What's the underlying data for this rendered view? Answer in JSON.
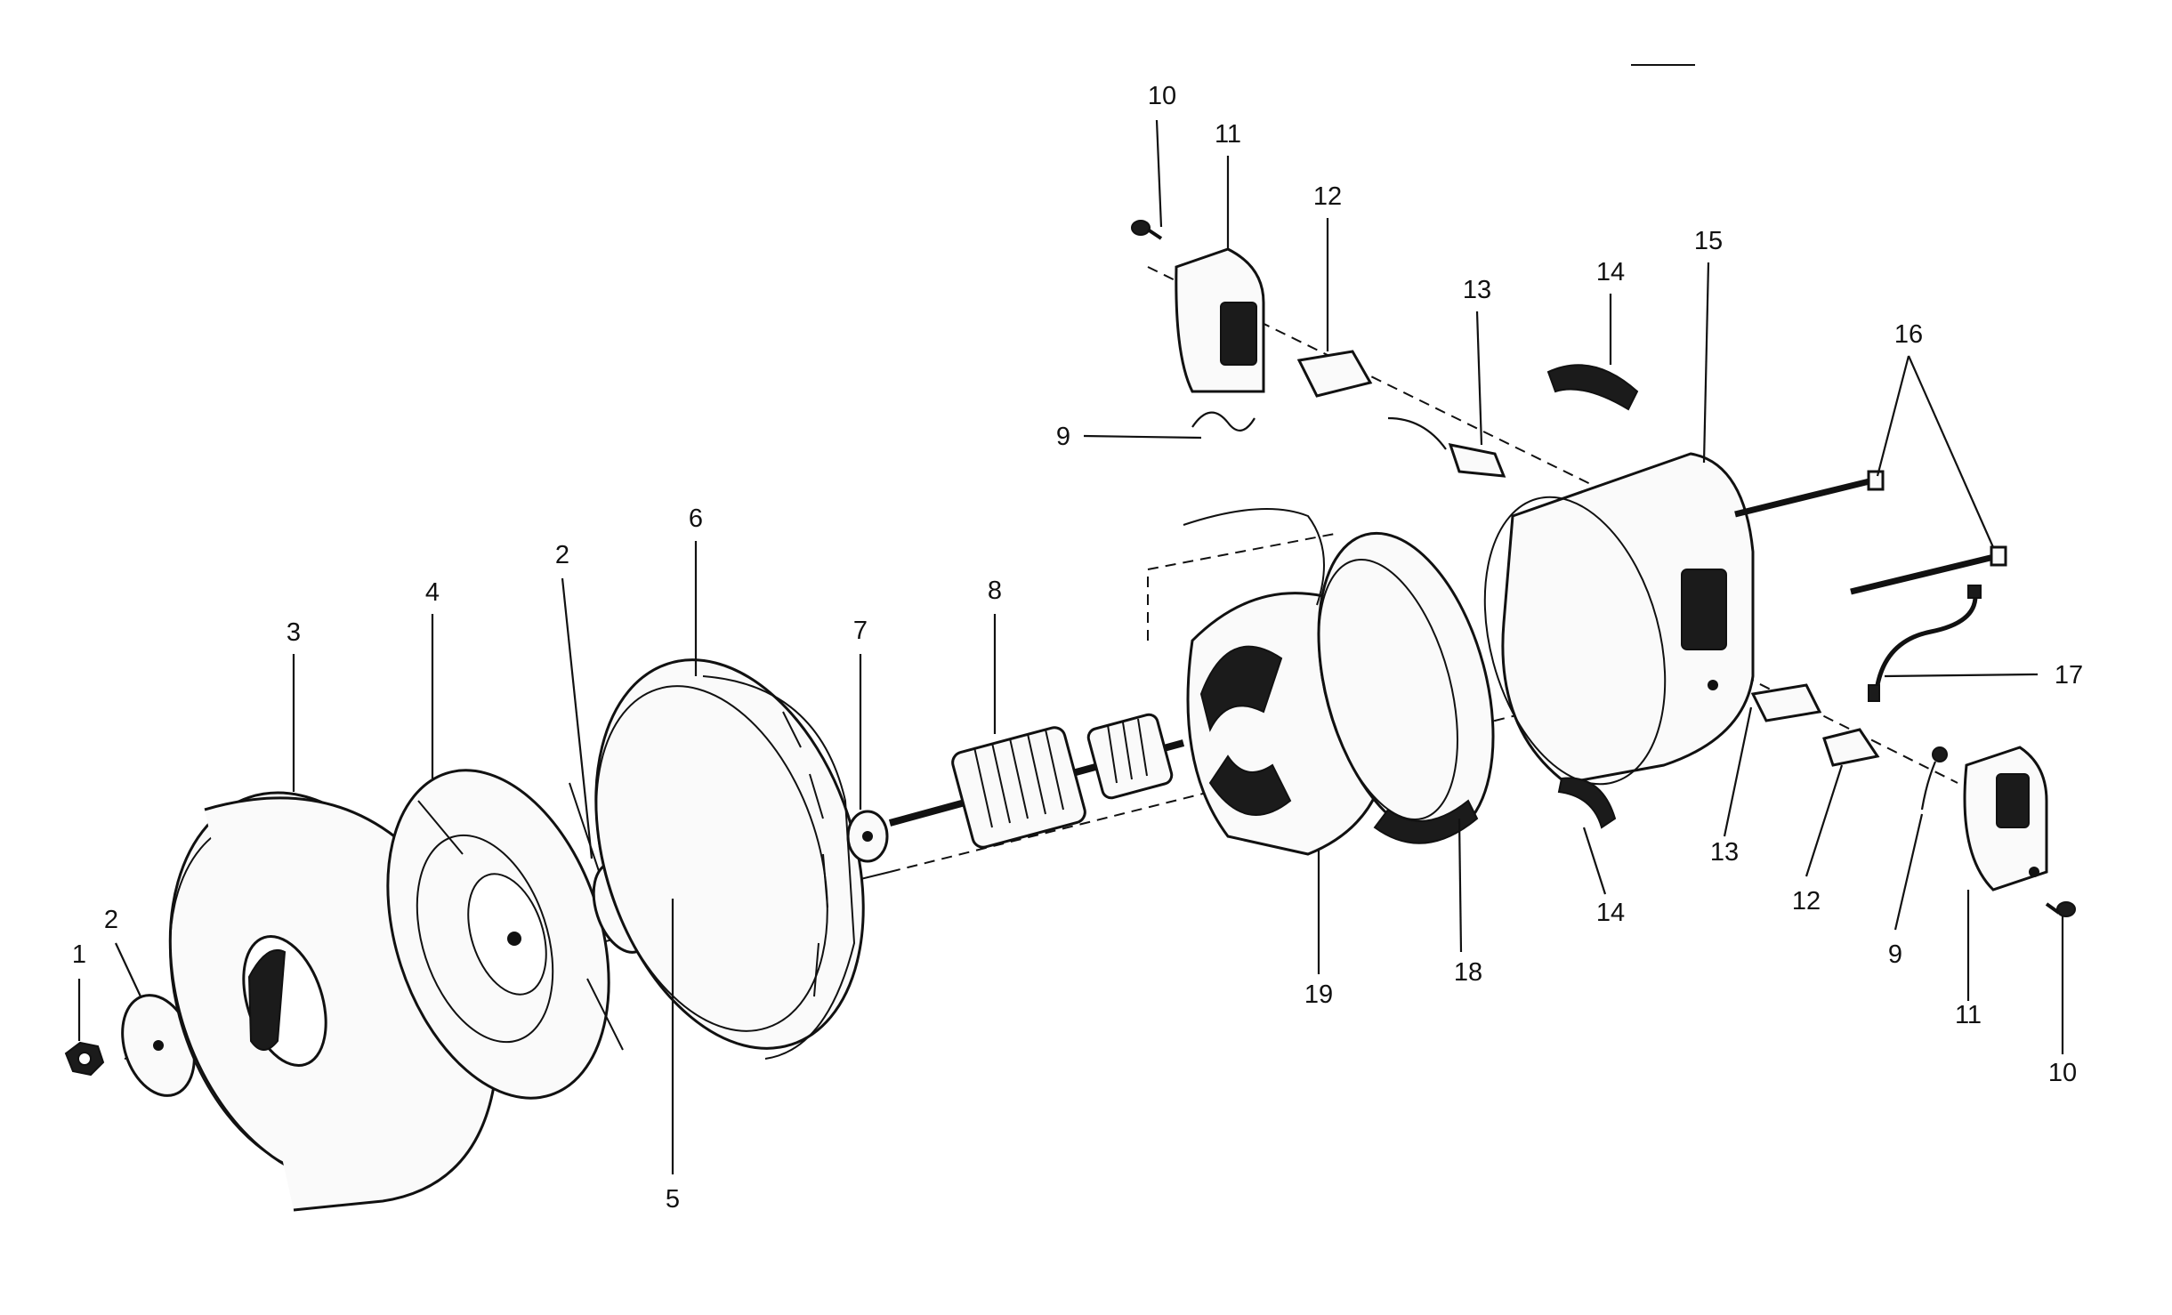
{
  "callouts": {
    "c1": "1",
    "c2a": "2",
    "c2b": "2",
    "c3": "3",
    "c4": "4",
    "c5": "5",
    "c6": "6",
    "c7": "7",
    "c8": "8",
    "c9a": "9",
    "c9b": "9",
    "c10a": "10",
    "c10b": "10",
    "c11a": "11",
    "c11b": "11",
    "c12a": "12",
    "c12b": "12",
    "c13a": "13",
    "c13b": "13",
    "c14a": "14",
    "c14b": "14",
    "c15": "15",
    "c16": "16",
    "c17": "17",
    "c18": "18",
    "c19": "19"
  },
  "colors": {
    "ink": "#111111",
    "paper": "#ffffff"
  }
}
